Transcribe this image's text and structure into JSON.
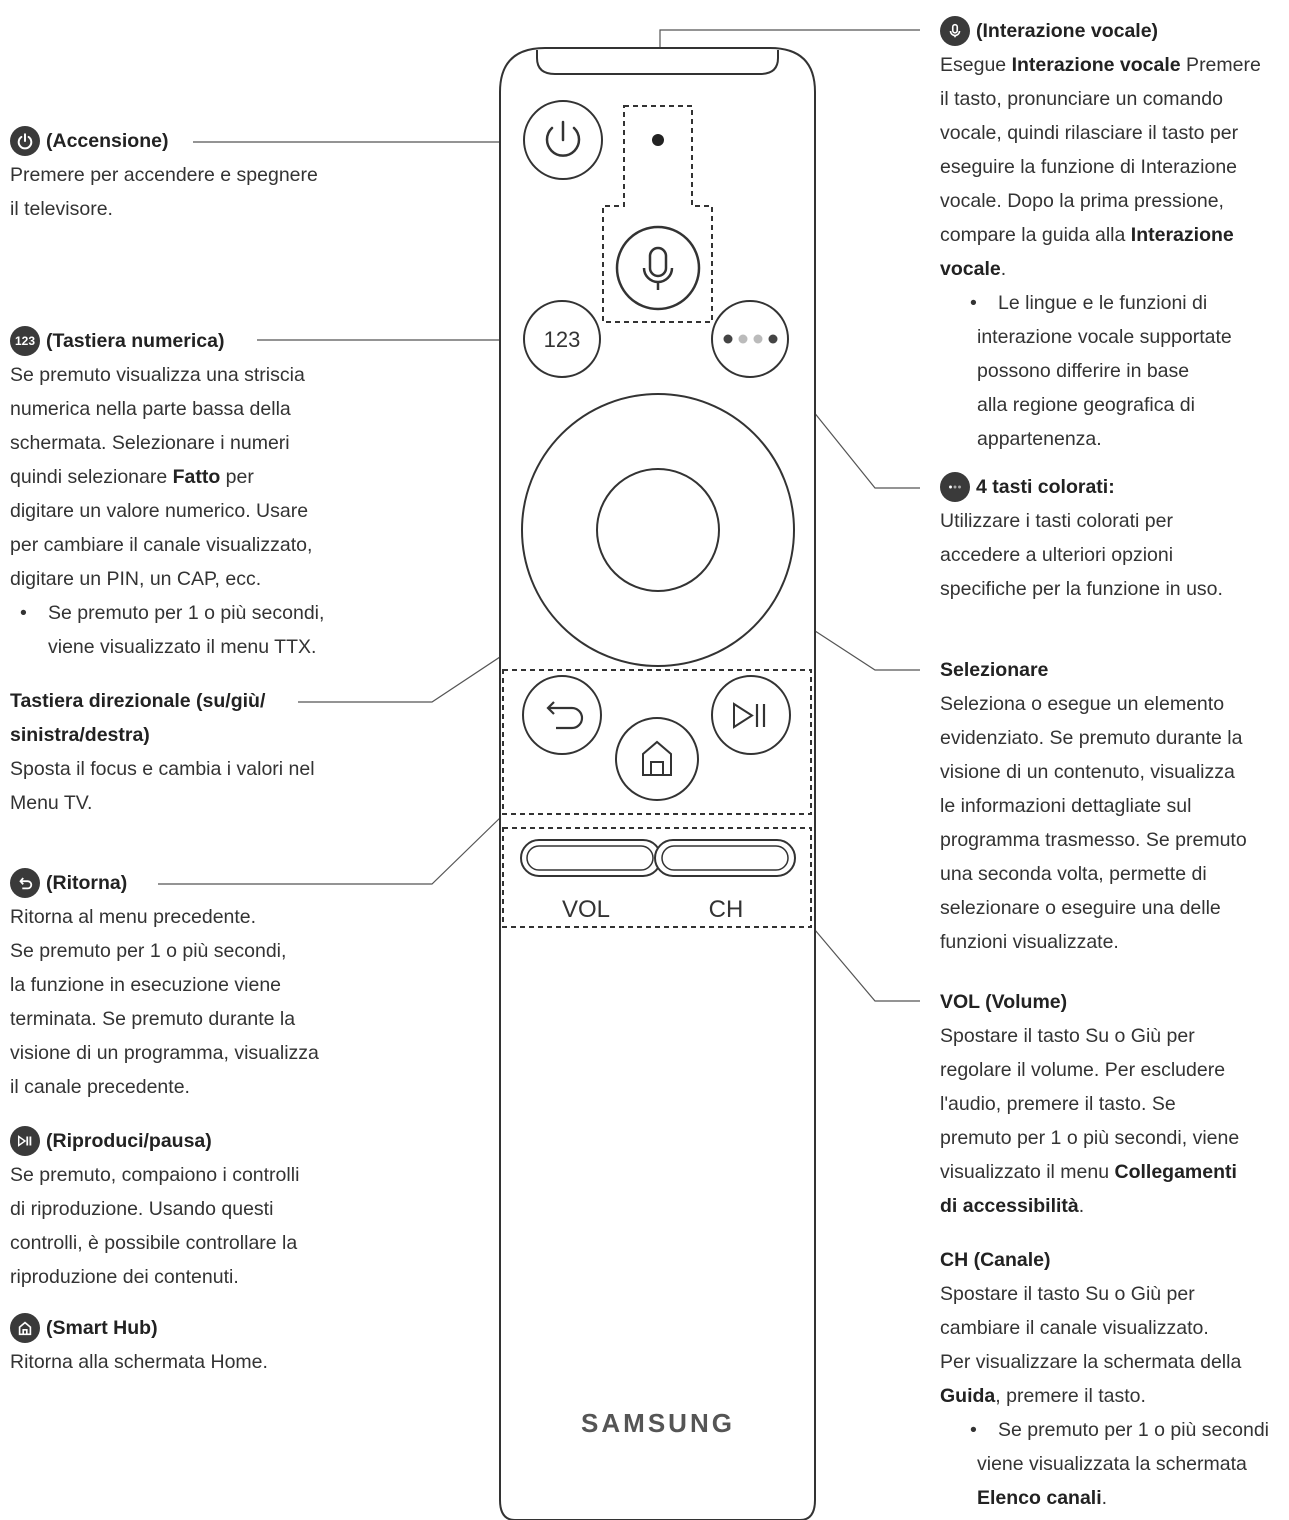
{
  "left": {
    "power": {
      "title": "(Accensione)",
      "lines": [
        "Premere per accendere e spegnere",
        "il televisore."
      ]
    },
    "numeric": {
      "icon_text": "123",
      "title": "(Tastiera numerica)",
      "lines": [
        "Se premuto visualizza una striscia",
        "numerica nella parte bassa della",
        "schermata. Selezionare i numeri"
      ],
      "line4_pre": "quindi selezionare ",
      "line4_bold": "Fatto",
      "line4_post": " per",
      "lines2": [
        "digitare un valore numerico. Usare",
        "per cambiare il canale visualizzato,",
        "digitare un PIN, un CAP, ecc."
      ],
      "bullet": [
        "Se premuto per 1 o più secondi,",
        "viene visualizzato il menu TTX."
      ]
    },
    "dpad": {
      "title_lines": [
        "Tastiera direzionale (su/giù/",
        "sinistra/destra)"
      ],
      "lines": [
        "Sposta il focus e cambia i valori nel",
        "Menu TV."
      ]
    },
    "back": {
      "title": "(Ritorna)",
      "lines": [
        "Ritorna al menu precedente.",
        "Se premuto per 1 o più secondi,",
        "la funzione in esecuzione viene",
        "terminata. Se premuto durante la",
        "visione di un programma, visualizza",
        "il canale precedente."
      ]
    },
    "play": {
      "title": "(Riproduci/pausa)",
      "lines": [
        "Se premuto, compaiono i controlli",
        "di riproduzione. Usando questi",
        "controlli, è possibile controllare la",
        "riproduzione dei contenuti."
      ]
    },
    "home": {
      "title": "(Smart Hub)",
      "lines": [
        "Ritorna alla schermata Home."
      ]
    }
  },
  "right": {
    "voice": {
      "title": "(Interazione vocale)",
      "l1_pre": "Esegue ",
      "l1_bold": "Interazione vocale",
      "l1_post": " Premere",
      "lines": [
        "il tasto, pronunciare un comando",
        "vocale, quindi rilasciare il tasto per",
        "eseguire la funzione di Interazione",
        "vocale. Dopo la prima pressione,"
      ],
      "l6_pre": "compare la guida alla ",
      "l6_bold": "Interazione",
      "l7_bold": "vocale",
      "l7_post": ".",
      "bullet": [
        "Le lingue e le funzioni di",
        "interazione vocale supportate",
        "possono differire in base",
        "alla regione geografica di",
        "appartenenza."
      ]
    },
    "colors": {
      "title": "4 tasti colorati:",
      "lines": [
        "Utilizzare i tasti colorati per",
        "accedere a ulteriori opzioni",
        "specifiche per la funzione in uso."
      ]
    },
    "select": {
      "title": "Selezionare",
      "lines": [
        "Seleziona o esegue un elemento",
        "evidenziato. Se premuto durante la",
        "visione di un contenuto, visualizza",
        "le informazioni dettagliate sul",
        "programma trasmesso. Se premuto",
        "una seconda volta, permette di",
        "selezionare o eseguire una delle",
        "funzioni visualizzate."
      ]
    },
    "vol": {
      "title": "VOL (Volume)",
      "lines": [
        "Spostare il tasto Su o Giù per",
        "regolare il volume. Per escludere",
        "l'audio, premere il tasto. Se",
        "premuto per 1 o più secondi, viene"
      ],
      "l5_pre": "visualizzato il menu ",
      "l5_bold": "Collegamenti",
      "l6_bold": "di accessibilità",
      "l6_post": "."
    },
    "ch": {
      "title": "CH (Canale)",
      "lines": [
        "Spostare il tasto Su o Giù per",
        "cambiare il canale visualizzato.",
        "Per visualizzare la schermata della"
      ],
      "l4_bold": "Guida",
      "l4_post": ", premere il tasto.",
      "bullet": [
        "Se premuto per 1 o più secondi",
        "viene visualizzata la schermata"
      ],
      "bullet_bold": "Elenco canali",
      "bullet_post": "."
    }
  },
  "remote": {
    "numeric_label": "123",
    "vol_label": "VOL",
    "ch_label": "CH",
    "brand": "SAMSUNG"
  }
}
